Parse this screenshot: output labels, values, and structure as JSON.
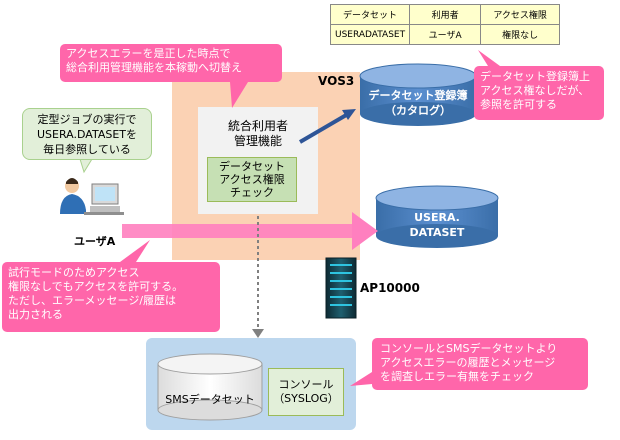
{
  "table": {
    "headers": [
      "データセット",
      "利用者",
      "アクセス権限"
    ],
    "row": [
      "USERADATASET",
      "ユーザA",
      "権限なし"
    ]
  },
  "vos3": {
    "label": "VOS3",
    "mgmt_lines": [
      "統合利用者",
      "管理機能"
    ],
    "check_lines": [
      "データセット",
      "アクセス権限",
      "チェック"
    ]
  },
  "callouts": {
    "top": [
      "アクセスエラーを是正した時点で",
      "総合利用管理機能を本稼動へ切替え"
    ],
    "right": [
      "データセット登録簿上",
      "アクセス権なしだが、",
      "参照を許可する"
    ],
    "left": [
      "試行モードのためアクセス",
      "権限なしでもアクセスを許可する。",
      "ただし、エラーメッセージ/履歴は",
      "出力される"
    ],
    "bottom": [
      "コンソールとSMSデータセットより",
      "アクセスエラーの履歴とメッセージ",
      "を調査しエラー有無をチェック"
    ],
    "green": [
      "定型ジョブの実行で",
      "USERA.DATASETを",
      "毎日参照している"
    ]
  },
  "user": {
    "label": "ユーザA"
  },
  "storage": {
    "registry_lines": [
      "データセット登録簿",
      "（カタログ）"
    ],
    "usera_lines": [
      "USERA.",
      "DATASET"
    ]
  },
  "server": {
    "label": "AP10000"
  },
  "bottom": {
    "sms_label": "SMSデータセット",
    "console_lines": [
      "コンソール",
      "（SYSLOG）"
    ]
  },
  "colors": {
    "pink": "#ff66aa",
    "cylinder_blue": "#4f81bd",
    "vos3_bg": "#fbd2b4",
    "bottom_bg": "#bdd7ee",
    "green_box": "#c6e0b4"
  }
}
